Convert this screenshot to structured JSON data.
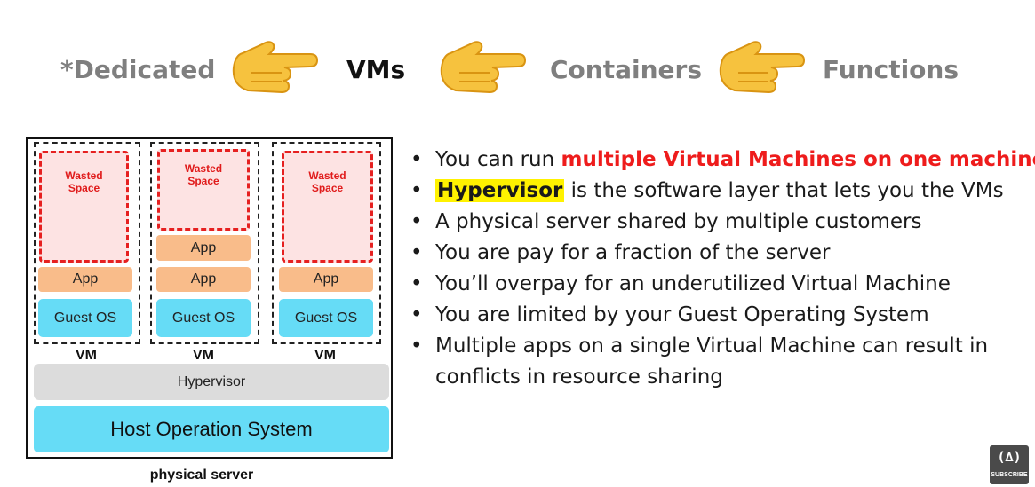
{
  "progression": {
    "items": [
      {
        "label": "*Dedicated",
        "active": false
      },
      {
        "label": "VMs",
        "active": true
      },
      {
        "label": "Containers",
        "active": false
      },
      {
        "label": "Functions",
        "active": false
      }
    ],
    "arrow_icon": "pointing-hand-icon"
  },
  "diagram": {
    "vms": [
      {
        "wasted": "Wasted\nSpace",
        "apps": [
          "App"
        ],
        "guest_os": "Guest OS",
        "label": "VM"
      },
      {
        "wasted": "Wasted\nSpace",
        "apps": [
          "App",
          "App"
        ],
        "guest_os": "Guest OS",
        "label": "VM"
      },
      {
        "wasted": "Wasted\nSpace",
        "apps": [
          "App"
        ],
        "guest_os": "Guest OS",
        "label": "VM"
      }
    ],
    "hypervisor": "Hypervisor",
    "host_os": "Host Operation System",
    "caption": "physical server"
  },
  "bullets": [
    {
      "pre": "You can run ",
      "highlight": "multiple Virtual Machines on one machine",
      "post": "."
    },
    {
      "highlight": "Hypervisor",
      "post": " is the software layer that lets you the VMs"
    },
    {
      "text": "A physical server shared by multiple customers"
    },
    {
      "text": "You are pay for a fraction of the server"
    },
    {
      "text": "You’ll overpay for an underutilized Virtual Machine"
    },
    {
      "text": "You are limited by your Guest Operating System"
    },
    {
      "text": "Multiple apps on a single Virtual Machine can result in conflicts in resource sharing"
    }
  ],
  "subscribe": {
    "glyph": "(∆)",
    "label": "SUBSCRIBE"
  },
  "colors": {
    "accent_red": "#ee1c1c",
    "highlight_yellow": "#fff200",
    "app_orange": "#f9bc8a",
    "os_cyan": "#66dcf6",
    "hypervisor_gray": "#dcdcdc",
    "wasted_fill": "#fde3e3"
  }
}
